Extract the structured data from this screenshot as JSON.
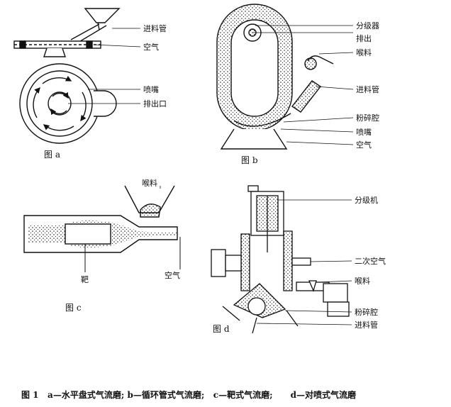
{
  "panel_a": {
    "caption": "图 a",
    "labels": {
      "feed_pipe": "进料管",
      "air": "空气",
      "nozzle": "喷嘴",
      "outlet": "排出口"
    }
  },
  "panel_b": {
    "caption": "图 b",
    "labels": {
      "classifier": "分级器",
      "discharge": "排出",
      "feed_throat": "喉料",
      "feed_pipe": "进料管",
      "grinding_chamber": "粉碎腔",
      "nozzle": "喷嘴",
      "air": "空气"
    }
  },
  "panel_c": {
    "caption": "图 c",
    "labels": {
      "feed_throat": "喉料",
      "target": "靶",
      "air": "空气"
    }
  },
  "panel_d": {
    "caption": "图 d",
    "labels": {
      "classifier": "分级机",
      "secondary_air": "二次空气",
      "feed_throat": "喉料",
      "grinding_chamber": "粉碎腔",
      "feed_pipe": "进料管"
    }
  },
  "figure_caption": "图 1   a—水平盘式气流磨; b—循环管式气流磨;   c—靶式气流磨;      d—对喷式气流磨"
}
